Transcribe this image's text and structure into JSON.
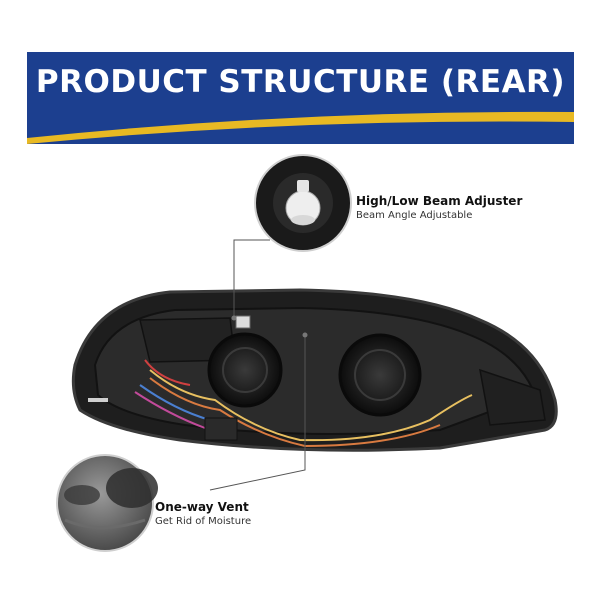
{
  "banner": {
    "title": "PRODUCT STRUCTURE (REAR)"
  },
  "callouts": [
    {
      "title": "High/Low Beam Adjuster",
      "subtitle": "Beam Angle Adjustable"
    },
    {
      "title": "One-way Vent",
      "subtitle": "Get Rid of Moisture"
    }
  ],
  "colors": {
    "banner_blue": "#1c3f8f",
    "accent_gold": "#e8b923"
  }
}
